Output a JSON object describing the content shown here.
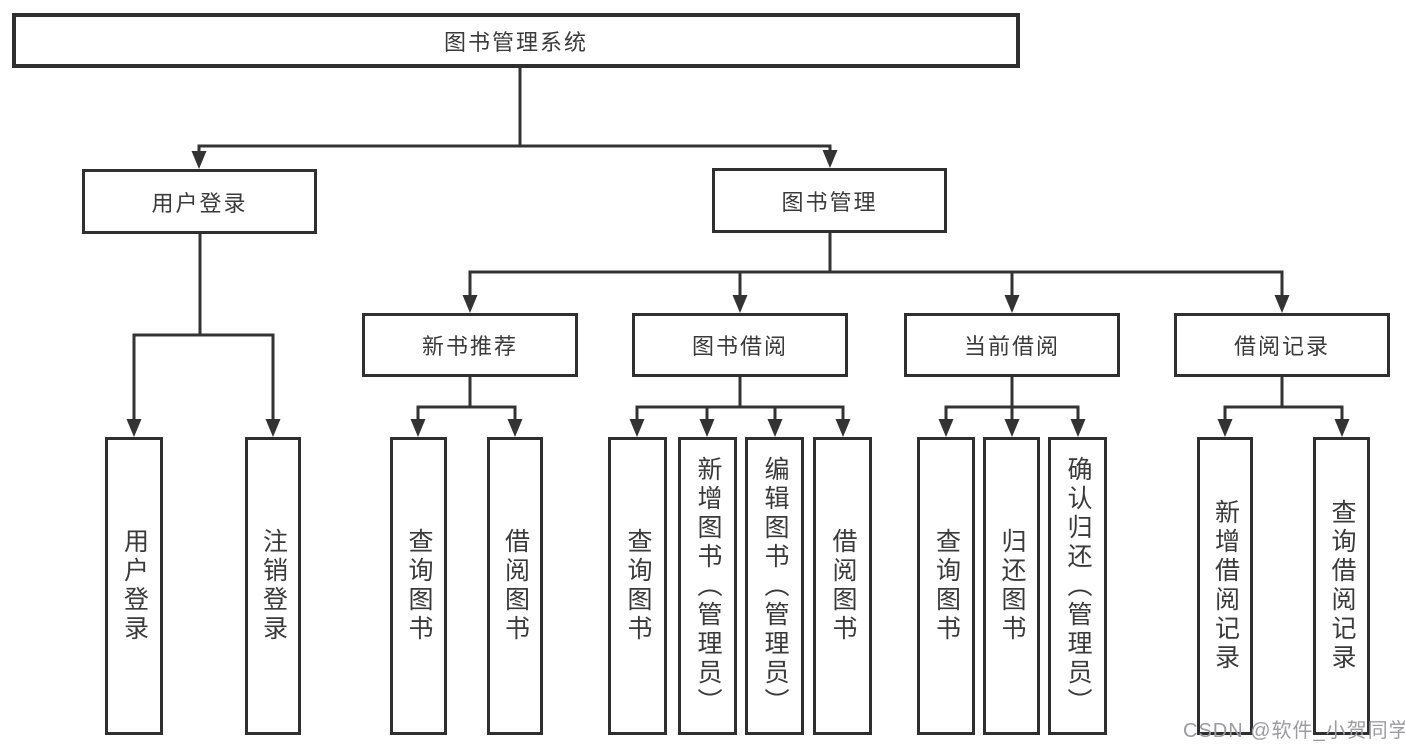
{
  "diagram": {
    "title": "图书管理系统",
    "root": {
      "label": "图书管理系统"
    },
    "level2": [
      {
        "label": "用户登录"
      },
      {
        "label": "图书管理"
      }
    ],
    "level3": [
      {
        "label": "新书推荐"
      },
      {
        "label": "图书借阅"
      },
      {
        "label": "当前借阅"
      },
      {
        "label": "借阅记录"
      }
    ],
    "leaves": {
      "user_login": [
        "用户登录",
        "注销登录"
      ],
      "new_book": [
        "查询图书",
        "借阅图书"
      ],
      "book_borrow": [
        "查询图书",
        "新增图书（管理员）",
        "编辑图书（管理员）",
        "借阅图书"
      ],
      "current_borrow": [
        "查询图书",
        "归还图书",
        "确认归还（管理员）"
      ],
      "borrow_record": [
        "新增借阅记录",
        "查询借阅记录"
      ]
    }
  },
  "watermark": {
    "text": "CSDN @软件_小贺同学"
  },
  "colors": {
    "line": "#333333",
    "box_border": "#2f2f2f",
    "text": "#3a3a3a",
    "background": "#ffffff",
    "watermark": "#9c9ca0"
  }
}
